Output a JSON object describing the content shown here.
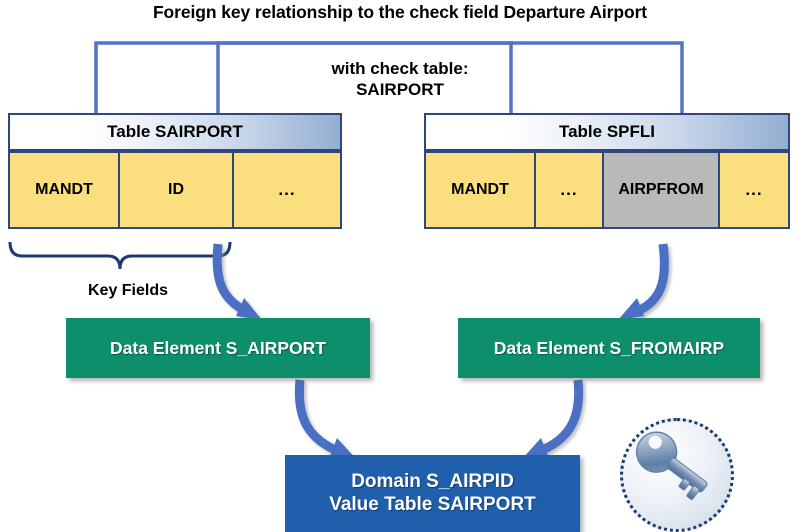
{
  "diagram": {
    "title": "Foreign key relationship to the check field Departure Airport",
    "check_note_line1": "with check table:",
    "check_note_line2": "SAIRPORT",
    "key_fields_label": "Key Fields",
    "key_icon_name": "key-icon"
  },
  "tables": [
    {
      "id": "sairport",
      "header": "Table SAIRPORT",
      "columns": [
        {
          "label": "MANDT",
          "type": "key",
          "highlight": false
        },
        {
          "label": "ID",
          "type": "key",
          "highlight": false
        },
        {
          "label": "...",
          "type": "more",
          "highlight": false
        }
      ]
    },
    {
      "id": "spfli",
      "header": "Table SPFLI",
      "columns": [
        {
          "label": "MANDT",
          "type": "key",
          "highlight": false
        },
        {
          "label": "...",
          "type": "more",
          "highlight": false
        },
        {
          "label": "AIRPFROM",
          "type": "field",
          "highlight": true
        },
        {
          "label": "...",
          "type": "more",
          "highlight": false
        }
      ]
    }
  ],
  "data_elements": [
    {
      "id": "s_airport",
      "label": "Data Element  S_AIRPORT"
    },
    {
      "id": "s_fromairp",
      "label": "Data Element S_FROMAIRP"
    }
  ],
  "domain": {
    "line1": "Domain  S_AIRPID",
    "line2": "Value Table SAIRPORT"
  },
  "colors": {
    "connector_blue": "#4f74c8",
    "table_border": "#30477e",
    "cell_yellow": "#fbdf7e",
    "cell_grey": "#b9b9b9",
    "data_element_green": "#0e8f6b",
    "domain_blue": "#1f5fab",
    "arrow_blue": "#4a6fc4",
    "brace_navy": "#1b3a70"
  }
}
